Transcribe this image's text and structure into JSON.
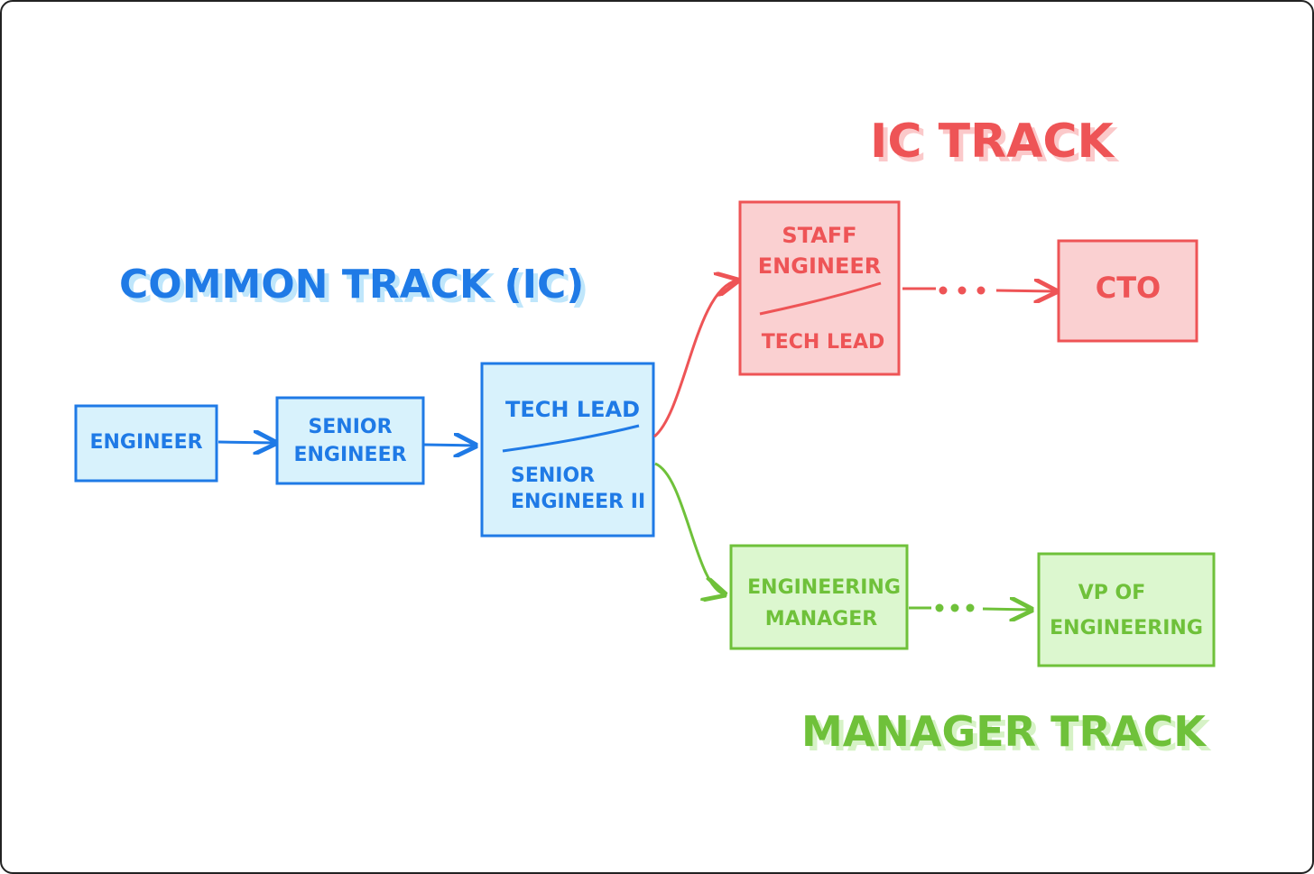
{
  "colors": {
    "blue": "#1f7ae6",
    "blue_fill": "#d8f2fc",
    "blue_shadow": "#bfe6fb",
    "red": "#ee5456",
    "red_fill": "#fad0d1",
    "red_shadow": "#fbc9ca",
    "green": "#6fc13a",
    "green_fill": "#dcf7cf",
    "green_shadow": "#d6f2c6"
  },
  "tracks": {
    "common": "COMMON TRACK (IC)",
    "ic": "IC TRACK",
    "manager": "MANAGER TRACK"
  },
  "nodes": {
    "engineer": {
      "lines": [
        "ENGINEER"
      ]
    },
    "senior_engineer": {
      "lines": [
        "SENIOR",
        "ENGINEER"
      ]
    },
    "tech_lead_senior_ii": {
      "top": [
        "TECH LEAD"
      ],
      "bottom": [
        "SENIOR",
        "ENGINEER II"
      ]
    },
    "staff_engineer": {
      "top": [
        "STAFF",
        "ENGINEER"
      ],
      "bottom": [
        "TECH LEAD"
      ]
    },
    "cto": {
      "lines": [
        "CTO"
      ]
    },
    "engineering_manager": {
      "lines": [
        "ENGINEERING",
        "MANAGER"
      ]
    },
    "vp_engineering": {
      "lines": [
        "VP OF",
        "ENGINEERING"
      ]
    }
  },
  "icons": [
    "arrow-icon",
    "dots-icon"
  ]
}
